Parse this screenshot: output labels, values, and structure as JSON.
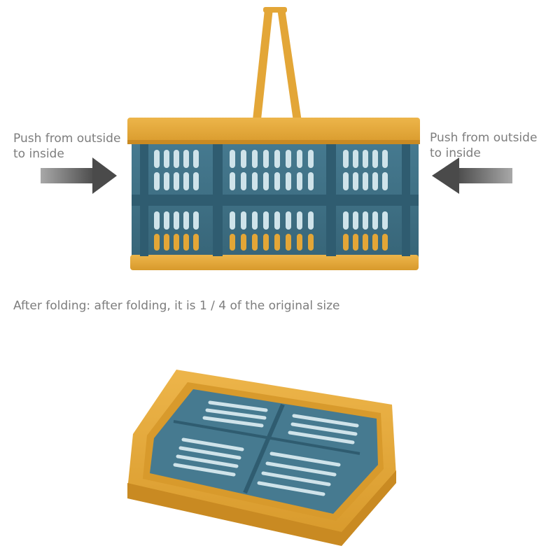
{
  "left_instruction": {
    "line1": "Push from outside",
    "line2": "to inside"
  },
  "right_instruction": {
    "line1": "Push from outside",
    "line2": "to inside"
  },
  "caption": "After folding: after folding, it is 1 / 4 of the original size",
  "colors": {
    "frame": "#E3A637",
    "frame_dark": "#C98A22",
    "basket": "#3E7085",
    "basket_dark": "#2F5C70",
    "arrow": "#5F5F5F"
  },
  "icons": {
    "left_arrow": "arrow-right-icon",
    "right_arrow": "arrow-left-icon"
  }
}
